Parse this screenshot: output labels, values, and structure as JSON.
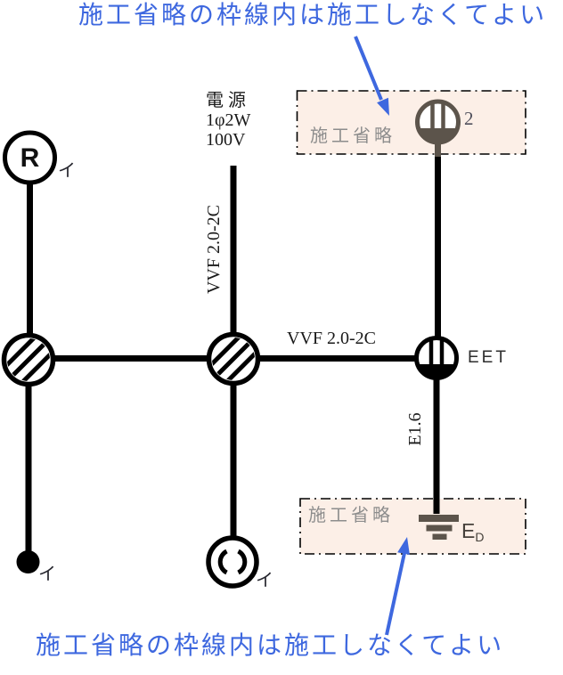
{
  "annotations": {
    "top_note": "施工省略の枠線内は施工しなくてよい",
    "bottom_note": "施工省略の枠線内は施工しなくてよい"
  },
  "source": {
    "title": "電 源",
    "phase": "1φ2W",
    "voltage": "100V"
  },
  "cables": {
    "vertical_label": "VVF 2.0-2C",
    "horizontal_label": "VVF 2.0-2C",
    "earth_wire_label": "E1.6"
  },
  "omission_boxes": {
    "top_label": "施工省略",
    "bottom_label": "施工省略"
  },
  "devices": {
    "lamp_receptacle": {
      "symbol": "R",
      "circuit": "イ"
    },
    "ceiling_rosette": {
      "circuit": "イ"
    },
    "switch": {
      "circuit": "イ"
    },
    "outlet_top": {
      "count": "2"
    },
    "outlet_eet": {
      "label": "EET"
    },
    "earth": {
      "main": "E",
      "sub": "D"
    }
  },
  "colors": {
    "annotation_blue": "#3E68DF",
    "omission_box_fill": "#FCEFE7",
    "omission_label_gray": "#8D8D8D",
    "omitted_symbol_brown": "#5C544B",
    "wiring_black": "#000000"
  }
}
